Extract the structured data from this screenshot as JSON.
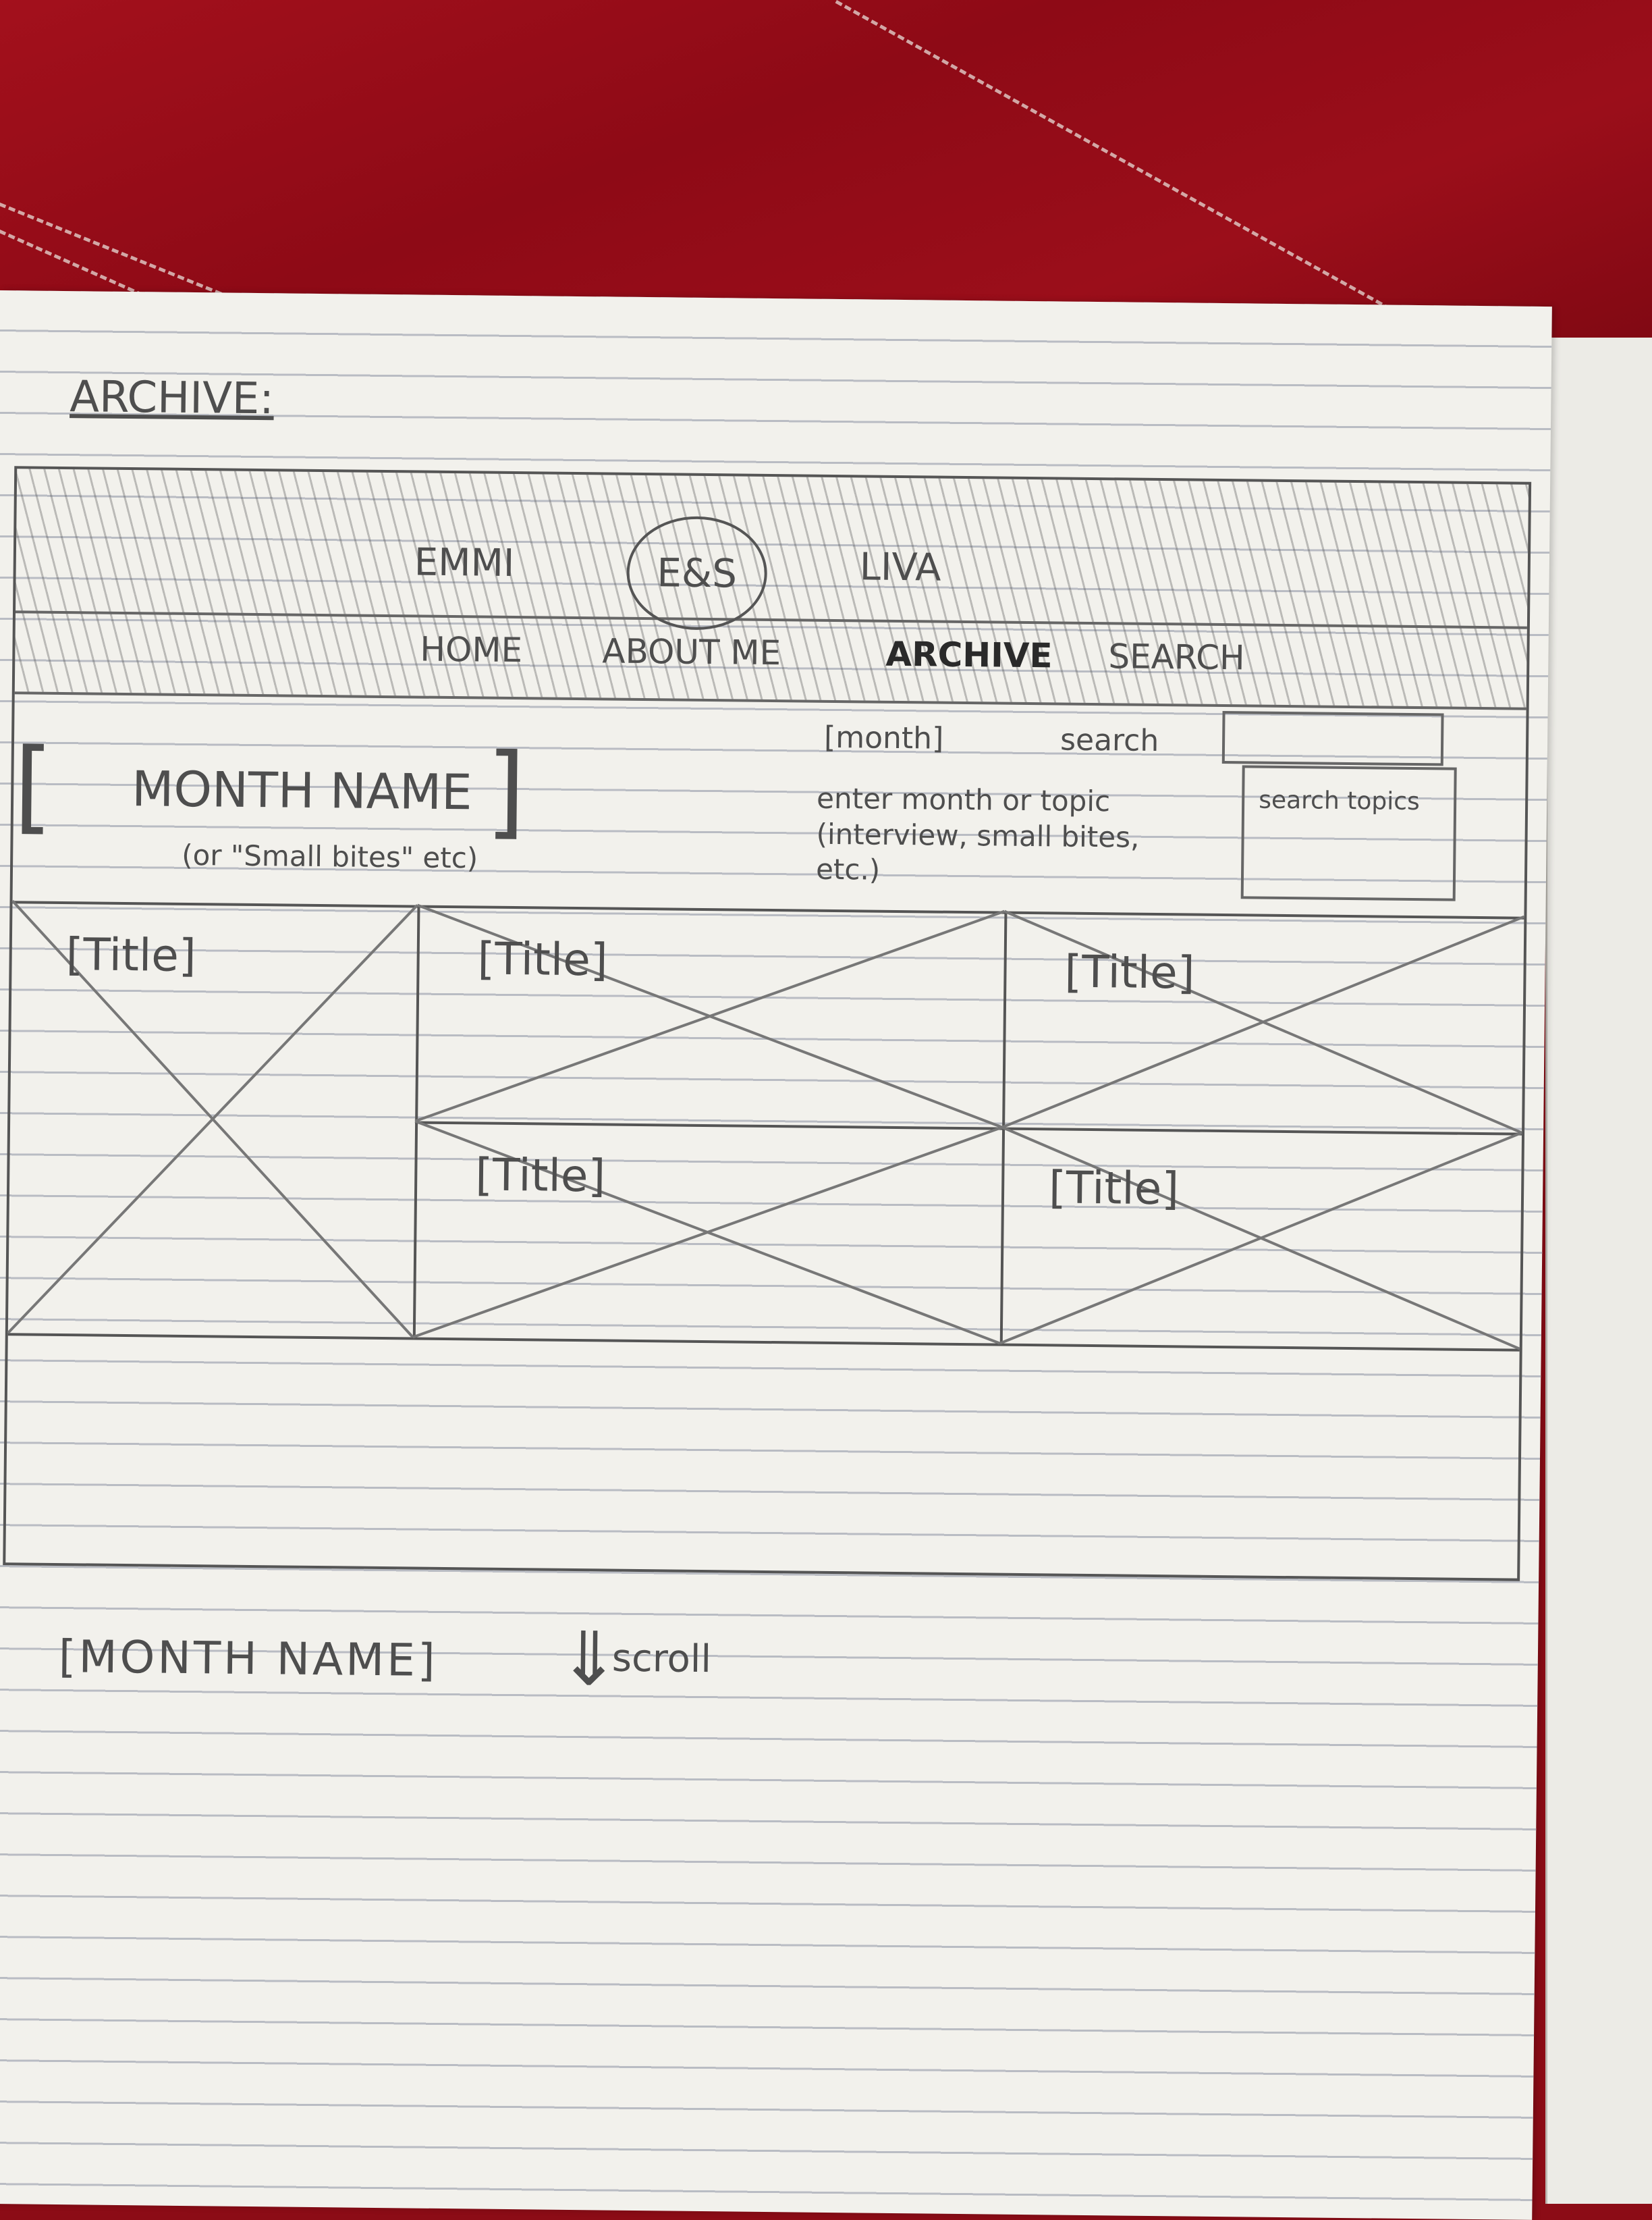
{
  "heading": "ARCHIVE:",
  "brand": {
    "left": "EMMI",
    "logo": "E&S",
    "right": "LIVA"
  },
  "nav": {
    "items": [
      "HOME",
      "ABOUT ME",
      "ARCHIVE",
      "SEARCH"
    ],
    "active": "ARCHIVE"
  },
  "section": {
    "title": "MONTH NAME",
    "subtitle": "(or \"Small bites\" etc)"
  },
  "filter": {
    "month_label": "[month]",
    "search_label": "search",
    "annotation": "enter month or topic (interview, small bites, etc.)",
    "dropdown_text": "search topics"
  },
  "cards": [
    "[Title]",
    "[Title]",
    "[Title]",
    "[Title]",
    "[Title]"
  ],
  "footer": {
    "month": "[MONTH NAME]",
    "scroll_label": "scroll",
    "scroll_glyph": "⇓"
  },
  "colors": {
    "pencil": "#4e4e4e",
    "paper": "#f2f1ec",
    "cloth": "#8c0c16"
  }
}
